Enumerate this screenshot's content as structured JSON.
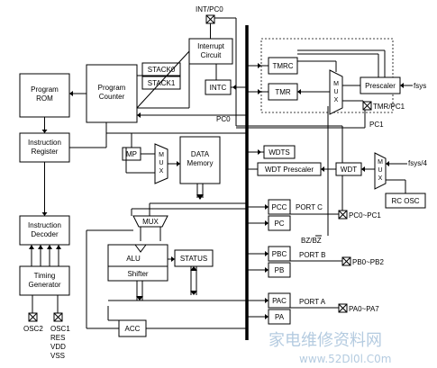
{
  "blocks": {
    "program_rom": [
      "Program",
      "ROM"
    ],
    "program_counter": [
      "Program",
      "Counter"
    ],
    "stack0": "STACK0",
    "stack1": "STACK1",
    "interrupt_circuit": [
      "Interrupt",
      "Circuit"
    ],
    "intc": "INTC",
    "instruction_register": [
      "Instruction",
      "Register"
    ],
    "mp": "MP",
    "mux": "MUX",
    "mux_vertical": [
      "M",
      "U",
      "X"
    ],
    "data_memory": [
      "DATA",
      "Memory"
    ],
    "instruction_decoder": [
      "Instruction",
      "Decoder"
    ],
    "timing_generator": [
      "Timing",
      "Generator"
    ],
    "alu": "ALU",
    "shifter": "Shifter",
    "status": "STATUS",
    "acc": "ACC",
    "tmrc": "TMRC",
    "tmr": "TMR",
    "prescaler": "Prescaler",
    "wdts": "WDTS",
    "wdt_prescaler": "WDT Prescaler",
    "wdt": "WDT",
    "rc_osc": "RC OSC",
    "pcc": "PCC",
    "pc": "PC",
    "pbc": "PBC",
    "pb": "PB",
    "pac": "PAC",
    "pa": "PA"
  },
  "signals": {
    "int_pc0": "INT/PC0",
    "pc0": "PC0",
    "pc1": "PC1",
    "tmr_pc1": "TMR/PC1",
    "fsys": "fsys",
    "fsys4": "fsys/4",
    "port_c": "PORT C",
    "pc0_pc1": "PC0~PC1",
    "port_b": "PORT B",
    "pb0_pb2": "PB0~PB2",
    "bz": "BZ/BZ",
    "port_a": "PORT A",
    "pa0_pa7": "PA0~PA7",
    "osc2": "OSC2",
    "osc1": "OSC1",
    "res": "RES",
    "vdd": "VDD",
    "vss": "VSS"
  },
  "watermark": {
    "cn": "家电维修资料网",
    "url": "www.52Dl0l.C0m"
  }
}
